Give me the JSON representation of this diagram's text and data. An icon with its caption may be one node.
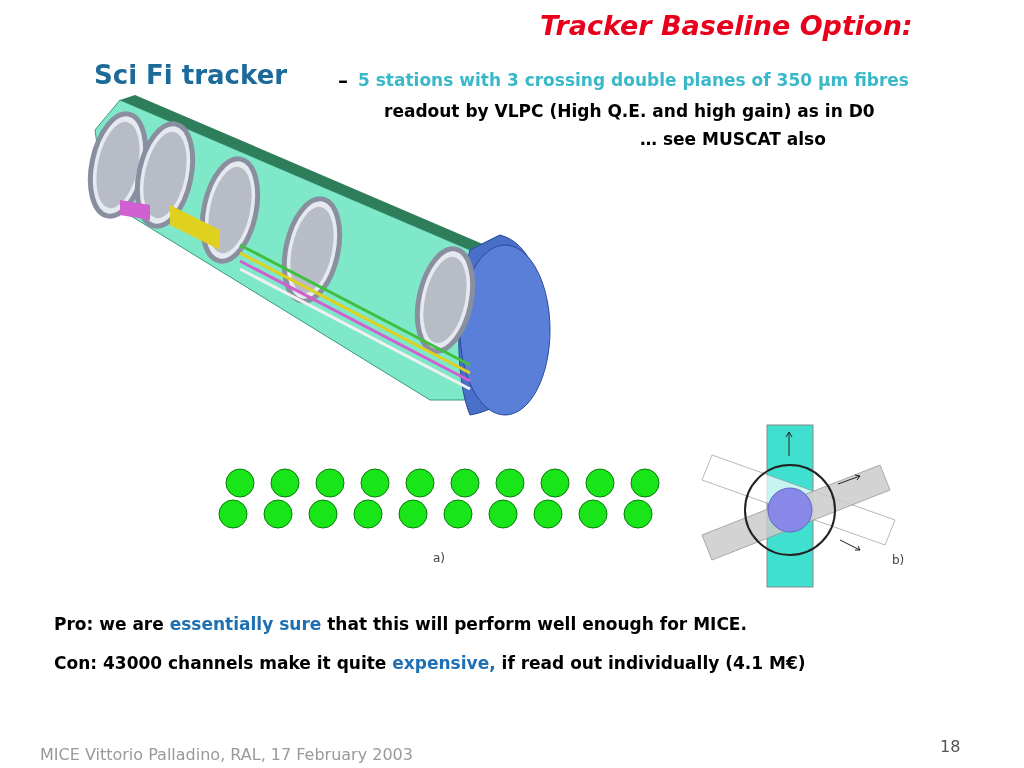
{
  "diagram": {
    "title": "Tracker Baseline Option:",
    "labels": [
      "Sci Fi tracker",
      "–",
      "5 stations with 3 crossing double planes of 350 μm fibres",
      "readout by VLPC (High Q.E. and high gain) as in D0",
      "… see MUSCAT also",
      "a)",
      "b)",
      "Pro: we are **essentially sure** that this will perform well enough for MICE.",
      "Con: 43000 channels make it quite **expensive,** if read out individually (4.1 M€)",
      "MICE Vittorio Palladino,  RAL, 17 February 2003",
      "18"
    ]
  }
}
